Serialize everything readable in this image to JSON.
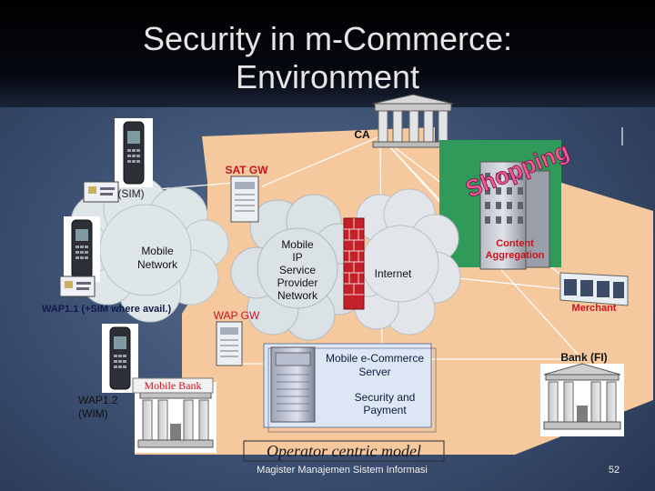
{
  "title": {
    "line1": "Security in m-Commerce:",
    "line2": "Environment"
  },
  "labels": {
    "ca": "CA",
    "sat_gw": "SAT GW",
    "sim": "(SIM)",
    "mobile_network": "Mobile\nNetwork",
    "wap11": "WAP1.1 (+SIM where avail.)",
    "wap_gw": "WAP GW",
    "mobile_ip": "Mobile\nIP\nService\nProvider\nNetwork",
    "internet": "Internet",
    "content_aggregation": "Content\nAggregation",
    "merchant": "Merchant",
    "mobile_ecommerce_server": "Mobile e-Commerce\nServer",
    "security_payment": "Security and\nPayment",
    "bank_fi": "Bank (FI)",
    "mobile_bank": "Mobile Bank",
    "wap12": "WAP1.2\n(WIM)",
    "shopping_sign": "Shopping",
    "operator_model": "Operator centric model"
  },
  "footer": {
    "center": "Magister Manajemen Sistem Informasi",
    "page": "52"
  },
  "colors": {
    "label_red": "#c8141e",
    "peach": "#f5c89e",
    "cloud": "#dfe6e8",
    "firewall": "#c4202a",
    "panel": "#c9d7f0"
  },
  "icons": [
    "bank-building-icon",
    "mobile-phone-icon",
    "server-icon",
    "smart-card-icon",
    "firewall-icon",
    "storefront-icon",
    "office-tower-icon"
  ]
}
